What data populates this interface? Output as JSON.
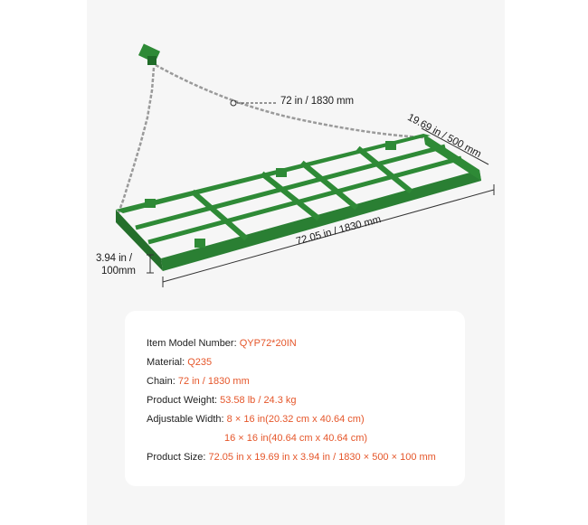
{
  "dimensions": {
    "chain_length": "72 in / 1830 mm",
    "width": "19.69 in / 500 mm",
    "length": "72.05 in / 1830 mm",
    "height_line1": "3.94 in /",
    "height_line2": "100mm"
  },
  "specs": [
    {
      "label": "Item Model Number:",
      "value": "QYP72*20IN"
    },
    {
      "label": "Material:",
      "value": "Q235"
    },
    {
      "label": "Chain:",
      "value": "72 in / 1830 mm"
    },
    {
      "label": "Product Weight:",
      "value": "53.58 lb / 24.3 kg"
    },
    {
      "label": "Adjustable Width:",
      "value": "8 × 16 in(20.32 cm x 40.64 cm)"
    },
    {
      "label": "",
      "value": "16 × 16 in(40.64 cm x 40.64 cm)"
    },
    {
      "label": "Product Size:",
      "value": "72.05 in x 19.69 in x 3.94 in / 1830 × 500 × 100 mm"
    }
  ],
  "colors": {
    "frame": "#2e8a36",
    "accent": "#e5562a",
    "chain": "#9a9a9a"
  }
}
